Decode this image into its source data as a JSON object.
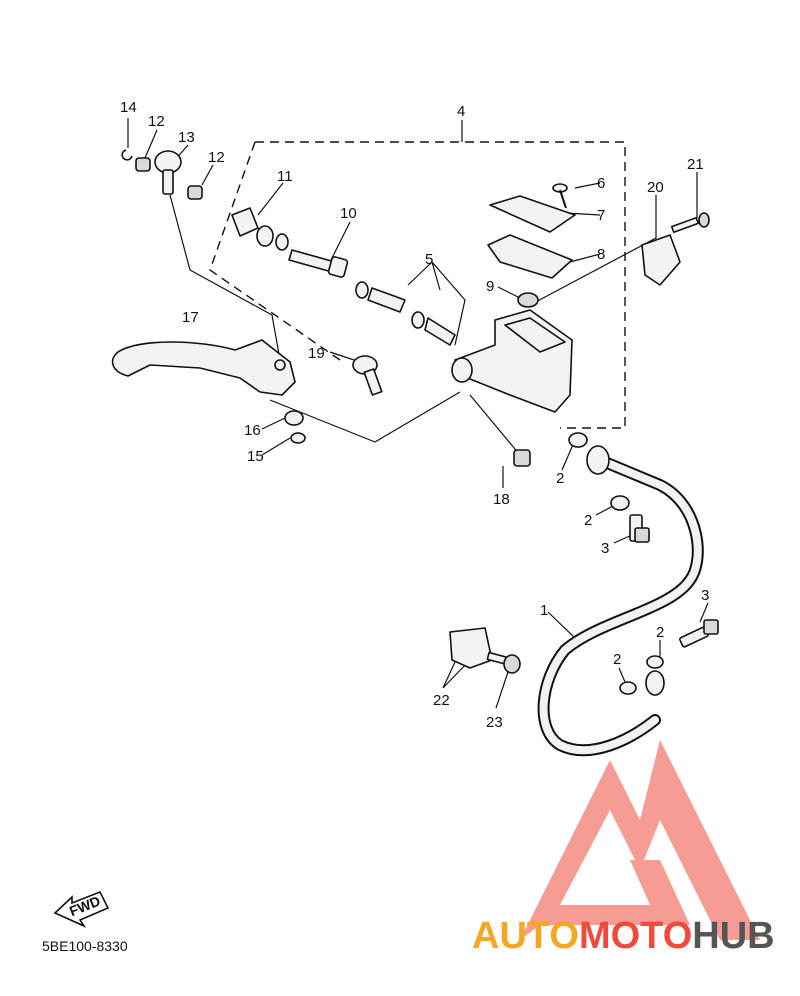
{
  "diagram": {
    "callouts": {
      "c1": "1",
      "c2a": "2",
      "c2b": "2",
      "c2c": "2",
      "c2d": "2",
      "c3a": "3",
      "c3b": "3",
      "c4": "4",
      "c5": "5",
      "c6": "6",
      "c7": "7",
      "c8": "8",
      "c9": "9",
      "c10": "10",
      "c11": "11",
      "c12a": "12",
      "c12b": "12",
      "c13": "13",
      "c14": "14",
      "c15": "15",
      "c16": "16",
      "c17": "17",
      "c18": "18",
      "c19": "19",
      "c20": "20",
      "c21": "21",
      "c22": "22",
      "c23": "23"
    },
    "fwd_label": "FWD",
    "drawing_code": "5BE100-8330"
  },
  "watermark": {
    "part1": "AUTO",
    "part2": "MOTO",
    "part3": "HUB",
    "color1": "#f5a623",
    "color2": "#ef4a3c",
    "color3": "#555555",
    "logo_color": "#ef4a3c"
  }
}
